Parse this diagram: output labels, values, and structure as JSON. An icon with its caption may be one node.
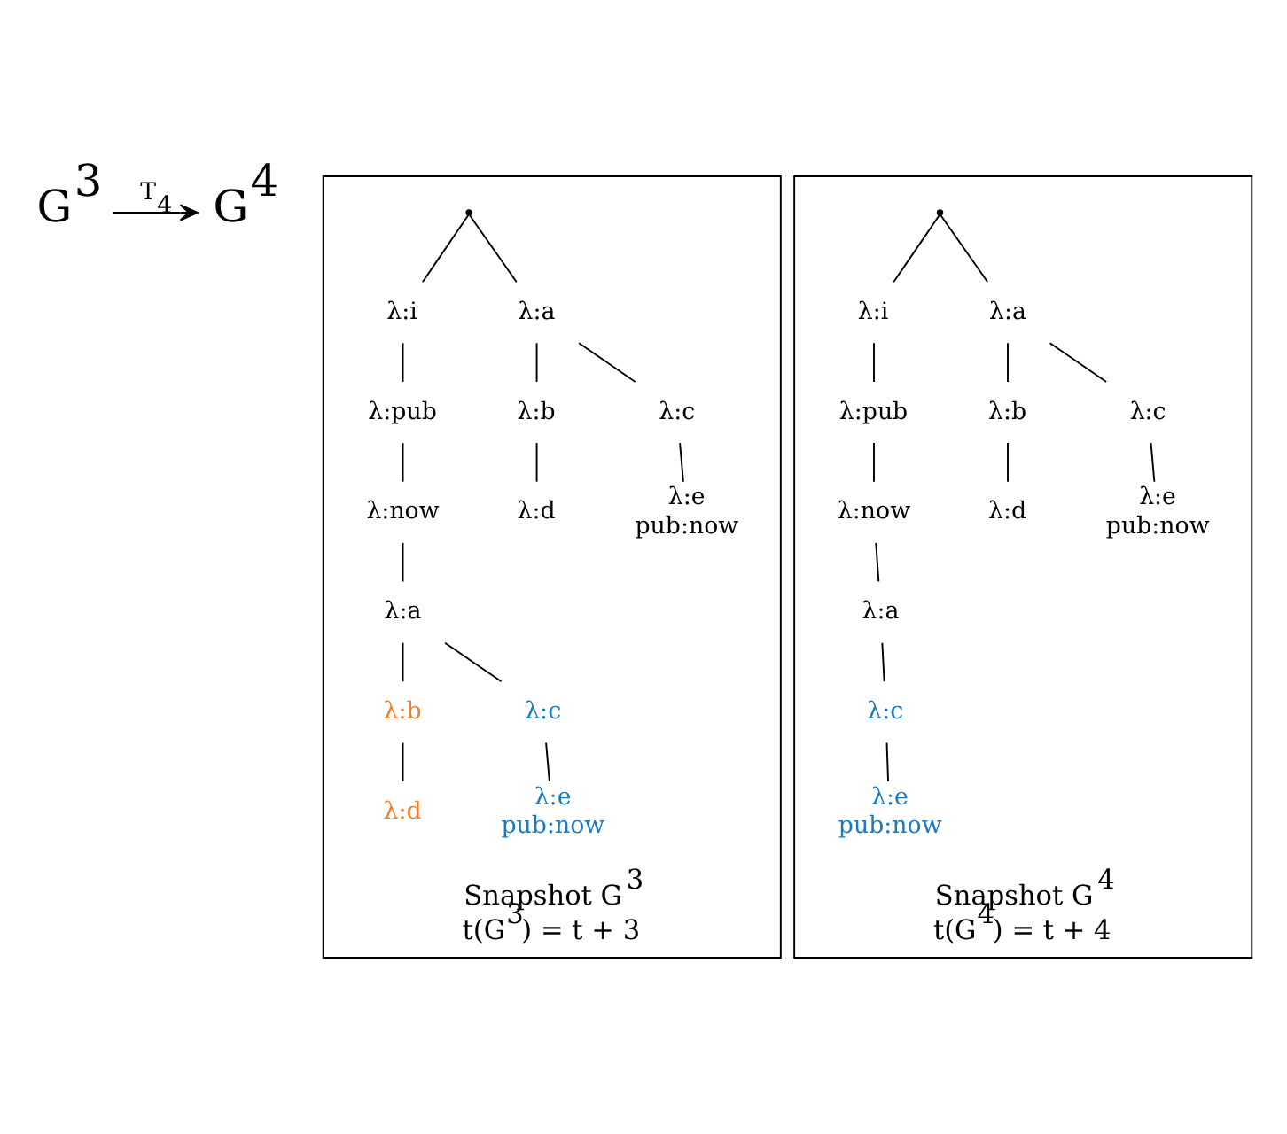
{
  "diagram": {
    "nodes": [
      {
        "text": [
          "G$^{3}$"
        ]
      },
      {
        "text": [
          "G$^{4}$"
        ]
      },
      {
        "text": [
          "Snapshot G$^{3}$",
          "t(G$^{3}$) = t + 3"
        ]
      },
      {
        "text": [],
        "shape": "point",
        "in": 2
      },
      {
        "text": [
          "λ:i"
        ],
        "in": 2
      },
      {
        "text": [
          "λ:a"
        ],
        "in": 2
      },
      {
        "text": [
          "λ:pub"
        ],
        "in": 2
      },
      {
        "text": [
          "λ:b"
        ],
        "in": 2
      },
      {
        "text": [
          "λ:c"
        ],
        "in": 2
      },
      {
        "text": [
          "λ:now"
        ],
        "in": 2
      },
      {
        "text": [
          "λ:d"
        ],
        "in": 2
      },
      {
        "text": [
          "λ:e",
          "pub:now"
        ],
        "in": 2
      },
      {
        "text": [
          "λ:a"
        ],
        "in": 2
      },
      {
        "text": [
          "λ:b"
        ],
        "in": 2
      },
      {
        "text": [
          "λ:c"
        ],
        "in": 2
      },
      {
        "text": [
          "λ:d"
        ],
        "in": 2
      },
      {
        "text": [
          "λ:e",
          "pub:now"
        ],
        "in": 2
      },
      {
        "text": [
          "Snapshot G$^{4}$",
          "t(G$^{4}$) = t + 4"
        ]
      },
      {
        "text": [],
        "shape": "point",
        "in": 17
      },
      {
        "text": [
          "λ:i"
        ],
        "in": 17
      },
      {
        "text": [
          "λ:a"
        ],
        "in": 17
      },
      {
        "text": [
          "λ:pub"
        ],
        "in": 17
      },
      {
        "text": [
          "λ:b"
        ],
        "in": 17
      },
      {
        "text": [
          "λ:c"
        ],
        "in": 17
      },
      {
        "text": [
          "λ:now"
        ],
        "in": 17
      },
      {
        "text": [
          "λ:d"
        ],
        "in": 17
      },
      {
        "text": [
          "λ:e",
          "pub:now"
        ],
        "in": 17
      },
      {
        "text": [
          "λ:a"
        ],
        "in": 17
      },
      {
        "text": [
          "λ:c"
        ],
        "in": 17
      },
      {
        "text": [
          "λ:e",
          "pub:now"
        ],
        "in": 17
      }
    ],
    "edges": [
      {
        "from": 0,
        "to": 1,
        "arrow": "to",
        "label": "T$_{4}$"
      },
      {
        "from": 3,
        "to": 4,
        "arrow": "none"
      },
      {
        "from": 3,
        "to": 5,
        "arrow": "none"
      },
      {
        "from": 4,
        "to": 6,
        "arrow": "none"
      },
      {
        "from": 5,
        "to": 7,
        "arrow": "none"
      },
      {
        "from": 5,
        "to": 8,
        "arrow": "none"
      },
      {
        "from": 6,
        "to": 9,
        "arrow": "none"
      },
      {
        "from": 7,
        "to": 10,
        "arrow": "none"
      },
      {
        "from": 8,
        "to": 11,
        "arrow": "none"
      },
      {
        "from": 9,
        "to": 12,
        "arrow": "none"
      },
      {
        "from": 12,
        "to": 13,
        "arrow": "none"
      },
      {
        "from": 12,
        "to": 14,
        "arrow": "none"
      },
      {
        "from": 13,
        "to": 15,
        "arrow": "none"
      },
      {
        "from": 14,
        "to": 16,
        "arrow": "none"
      },
      {
        "from": 18,
        "to": 19,
        "arrow": "none"
      },
      {
        "from": 18,
        "to": 20,
        "arrow": "none"
      },
      {
        "from": 19,
        "to": 21,
        "arrow": "none"
      },
      {
        "from": 20,
        "to": 22,
        "arrow": "none"
      },
      {
        "from": 20,
        "to": 23,
        "arrow": "none"
      },
      {
        "from": 21,
        "to": 24,
        "arrow": "none"
      },
      {
        "from": 22,
        "to": 25,
        "arrow": "none"
      },
      {
        "from": 23,
        "to": 26,
        "arrow": "none"
      },
      {
        "from": 24,
        "to": 27,
        "arrow": "none"
      },
      {
        "from": 27,
        "to": 28,
        "arrow": "none"
      },
      {
        "from": 28,
        "to": 29,
        "arrow": "none"
      }
    ]
  }
}
